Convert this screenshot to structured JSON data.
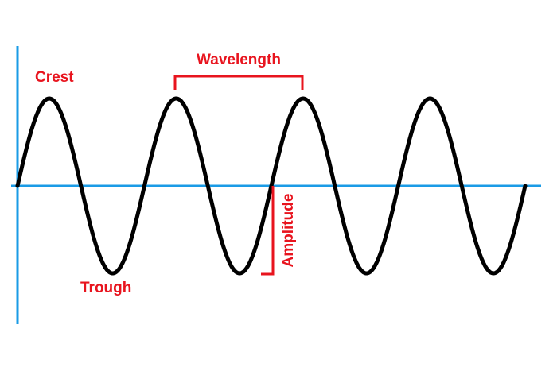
{
  "labels": {
    "crest": "Crest",
    "trough": "Trough",
    "wavelength": "Wavelength",
    "amplitude": "Amplitude"
  },
  "colors": {
    "axis": "#1a9be6",
    "wave": "#000000",
    "annotation": "#e8141e",
    "background": "#ffffff"
  },
  "wave": {
    "cycles": 4
  }
}
